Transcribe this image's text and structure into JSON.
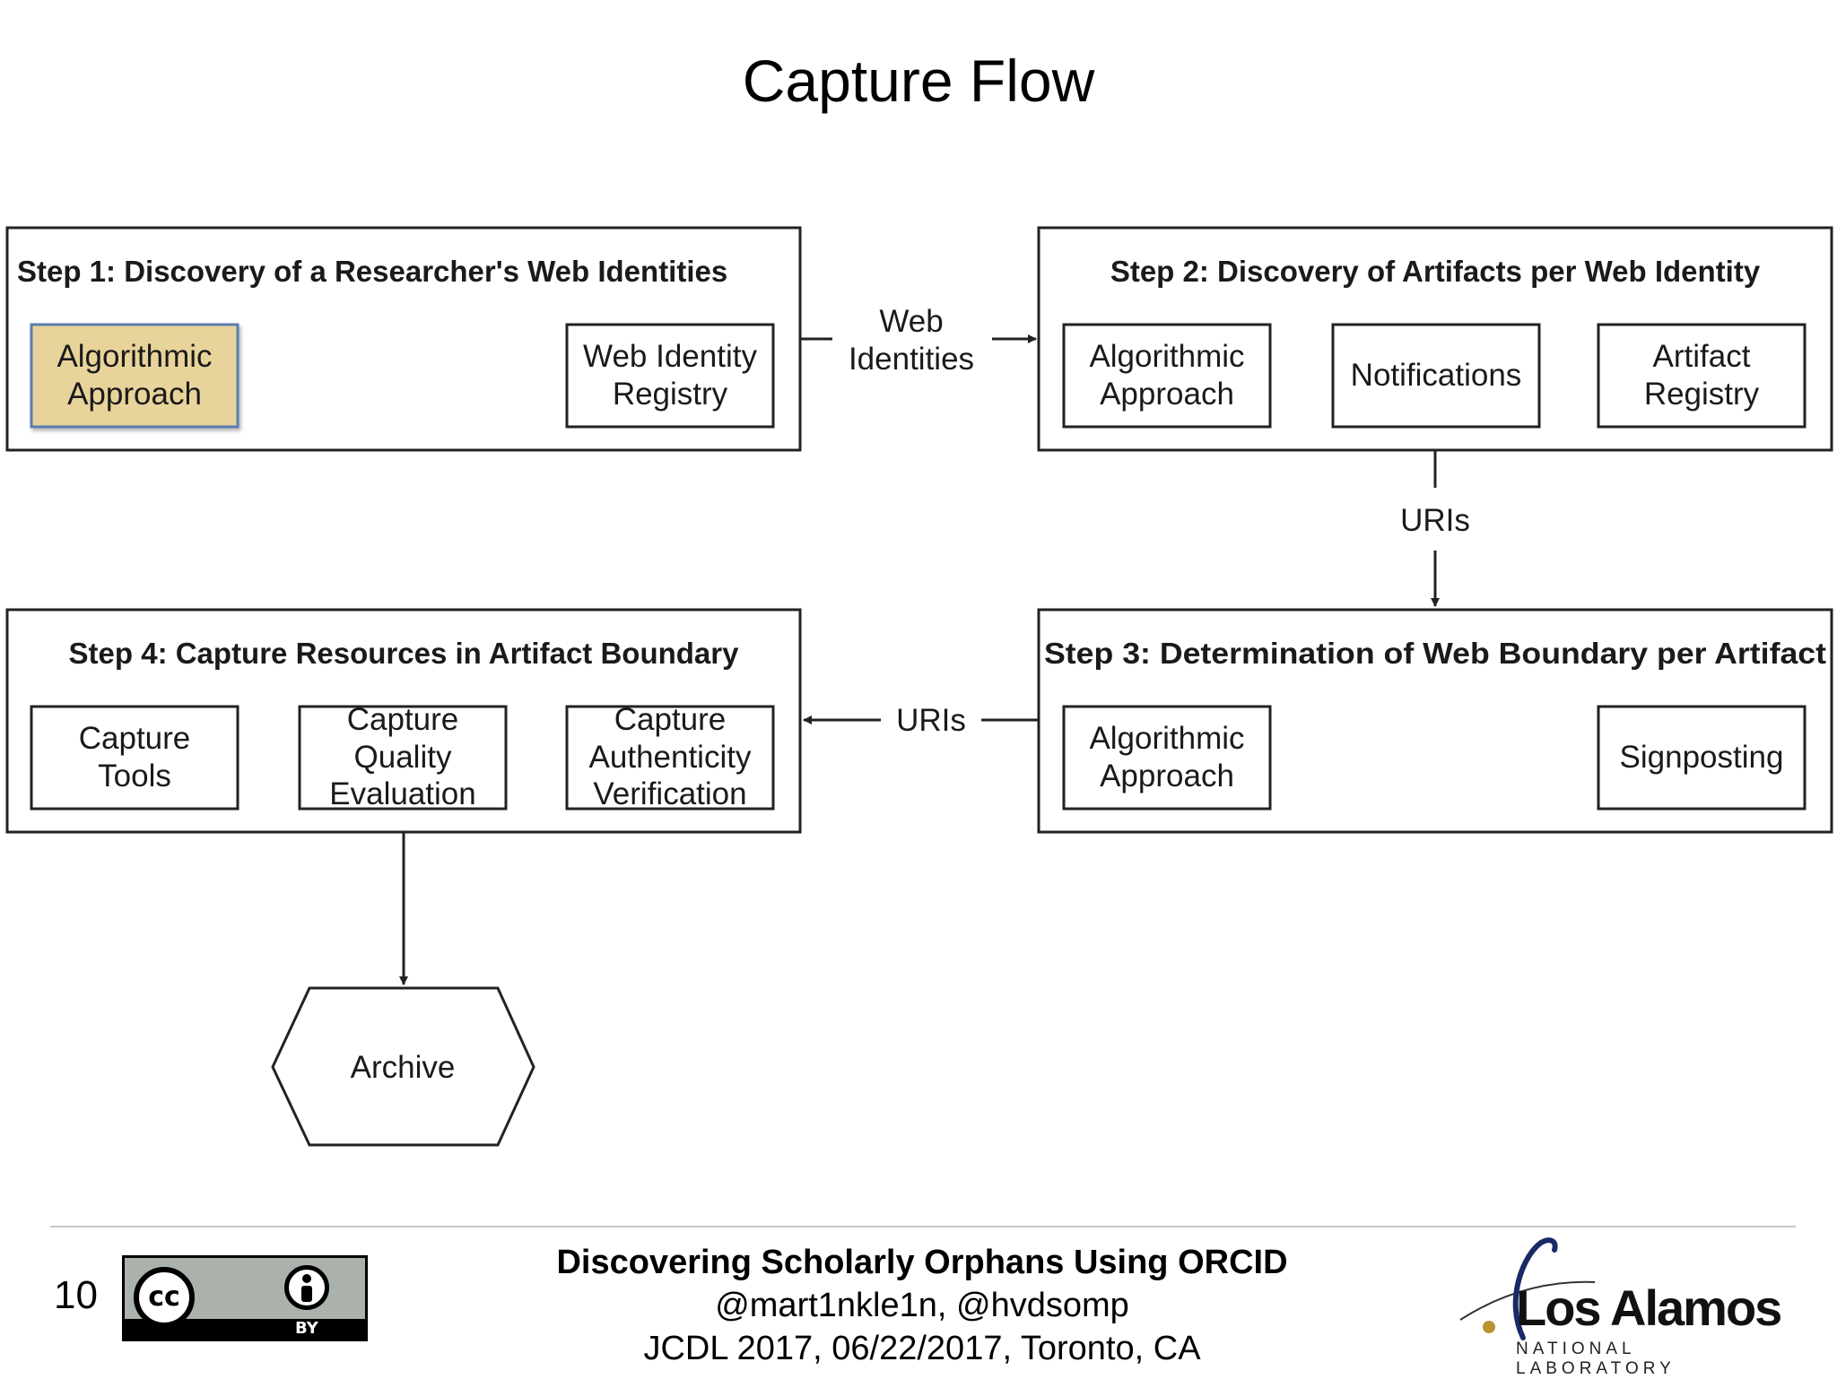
{
  "slide": {
    "title": "Capture Flow",
    "page_number": "10"
  },
  "diagram": {
    "step1": {
      "title": "Step 1: Discovery of a Researcher's Web Identities",
      "boxes": [
        {
          "lines": [
            "Algorithmic",
            "Approach"
          ],
          "highlighted": true
        },
        {
          "lines": [
            "Web Identity",
            "Registry"
          ]
        }
      ]
    },
    "step2": {
      "title": "Step 2: Discovery of Artifacts per Web Identity",
      "boxes": [
        {
          "lines": [
            "Algorithmic",
            "Approach"
          ]
        },
        {
          "lines": [
            "Notifications"
          ]
        },
        {
          "lines": [
            "Artifact",
            "Registry"
          ]
        }
      ]
    },
    "step3": {
      "title": "Step 3: Determination of Web Boundary per Artifact",
      "boxes": [
        {
          "lines": [
            "Algorithmic",
            "Approach"
          ]
        },
        {
          "lines": [
            "Signposting"
          ]
        }
      ]
    },
    "step4": {
      "title": "Step 4: Capture Resources in Artifact Boundary",
      "boxes": [
        {
          "lines": [
            "Capture",
            "Tools"
          ]
        },
        {
          "lines": [
            "Capture",
            "Quality",
            "Evaluation"
          ]
        },
        {
          "lines": [
            "Capture",
            "Authenticity",
            "Verification"
          ]
        }
      ]
    },
    "connectors": {
      "web_identities": [
        "Web",
        "Identities"
      ],
      "uris_down": "URIs",
      "uris_left": "URIs"
    },
    "archive": {
      "label": "Archive"
    },
    "colors": {
      "highlight_fill": "#e8d49a",
      "highlight_border": "#5b7db0",
      "stroke": "#222222"
    }
  },
  "footer": {
    "title": "Discovering Scholarly Orphans Using ORCID",
    "authors": "@mart1nkle1n, @hvdsomp",
    "venue": "JCDL 2017, 06/22/2017, Toronto, CA",
    "license": {
      "cc": "cc",
      "by": "BY"
    },
    "logo": {
      "name": "Los Alamos",
      "sub": "NATIONAL LABORATORY"
    }
  }
}
